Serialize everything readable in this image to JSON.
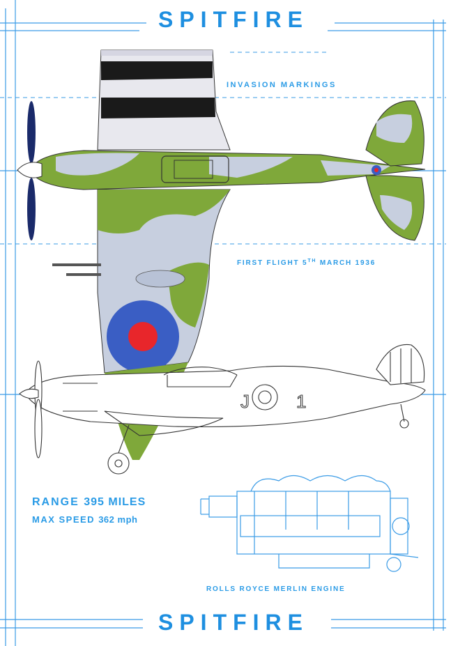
{
  "poster": {
    "title_top": "SPITFIRE",
    "title_bottom": "SPITFIRE",
    "invasion_markings": "INVASION MARKINGS",
    "first_flight_prefix": "FIRST FLIGHT 5",
    "first_flight_sup": "TH",
    "first_flight_suffix": "MARCH 1936",
    "range_label": "RANGE",
    "range_value": "395 MILES",
    "speed_label": "MAX SPEED",
    "speed_value": "362 mph",
    "engine_label": "ROLLS ROYCE MERLIN ENGINE",
    "code_letter": "J",
    "code_number": "1"
  },
  "colors": {
    "blueprint_blue": "#1e8fe0",
    "camo_green": "#7fa83a",
    "camo_grey": "#c7cfdf",
    "roundel_blue": "#3a5ec4",
    "roundel_red": "#e8262b",
    "stripe_black": "#1a1a1a"
  },
  "icons": [
    "spitfire-top-view",
    "spitfire-side-view",
    "merlin-engine-drawing"
  ]
}
